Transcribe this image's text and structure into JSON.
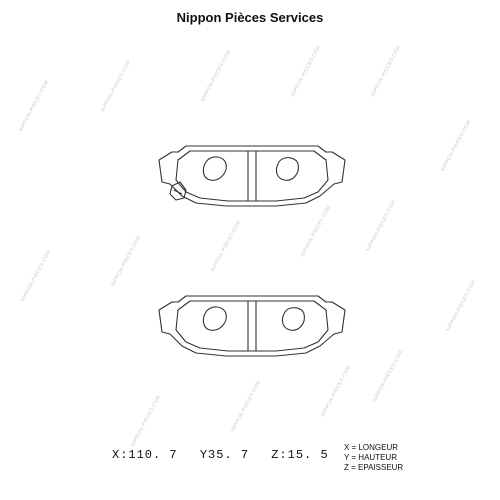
{
  "title": "Nippon Pièces Services",
  "watermark_text": "NIPPON-PIECES.COM",
  "dimensions": {
    "x": "X:110. 7",
    "y": "Y35. 7",
    "z": "Z:15. 5"
  },
  "legend": [
    "X = LONGEUR",
    "Y = HAUTEUR",
    "Z = EPAISSEUR"
  ],
  "colors": {
    "line": "#333333",
    "watermark": "#c9c9c9"
  }
}
